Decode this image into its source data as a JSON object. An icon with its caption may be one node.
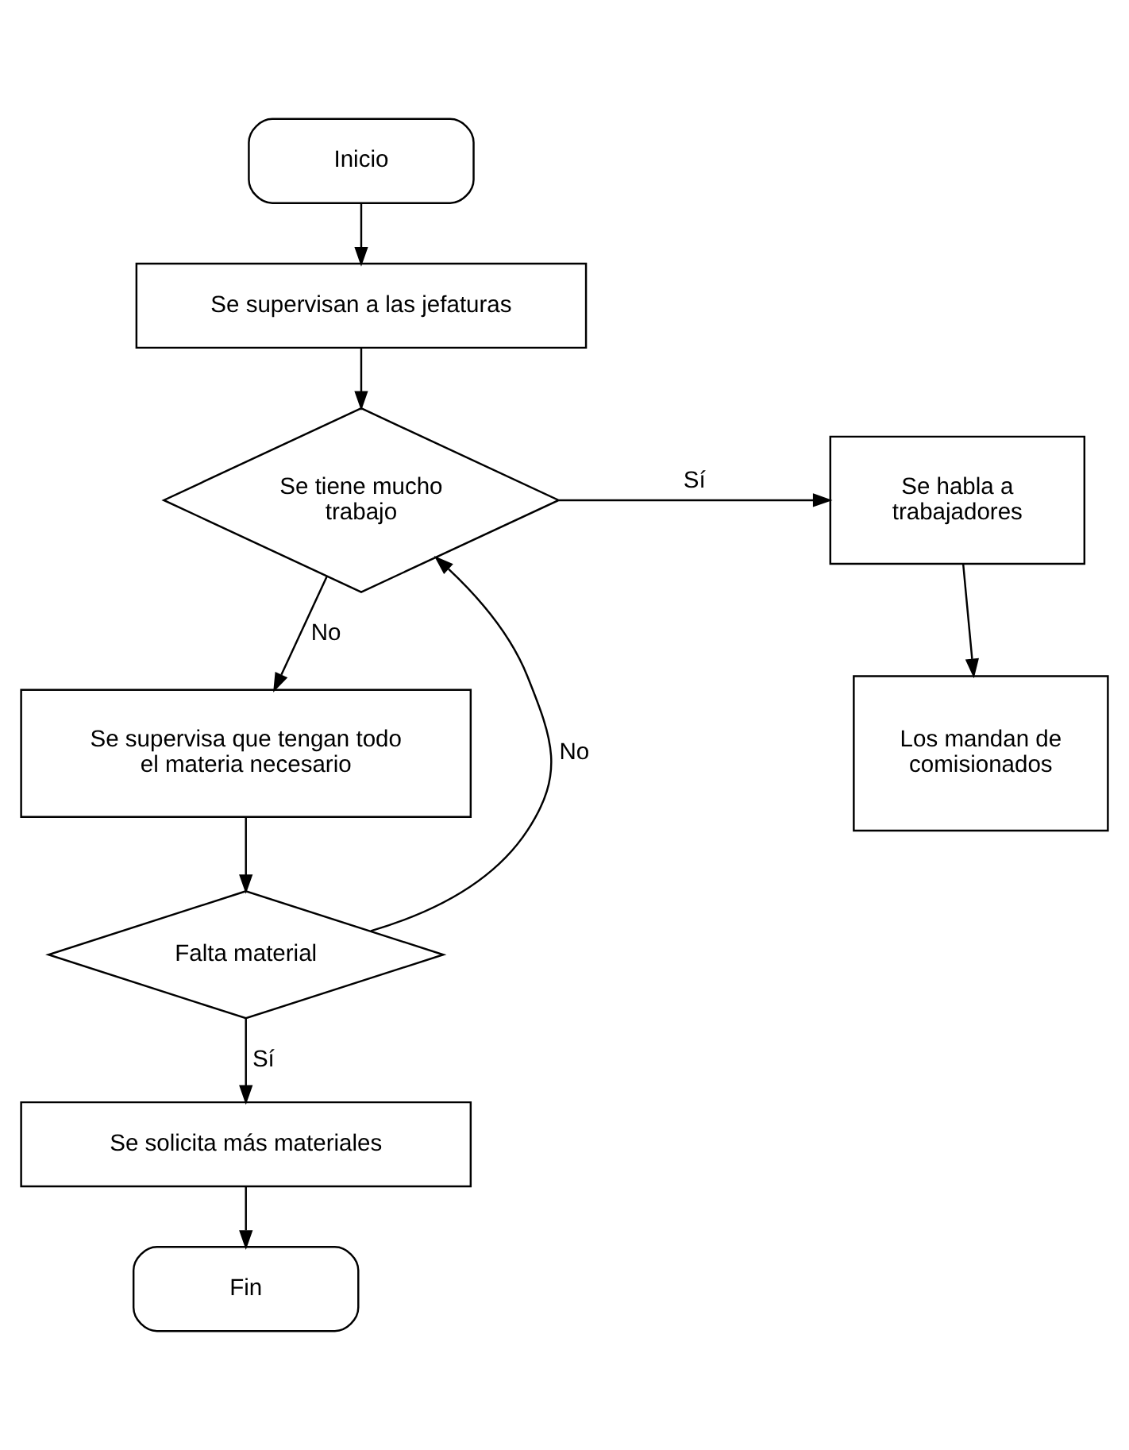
{
  "diagram": {
    "nodes": [
      {
        "text": [
          "Inicio"
        ]
      },
      {
        "text": [
          "Se supervisan a las jefaturas"
        ]
      },
      {
        "text": [
          "Se tiene mucho trabajo"
        ]
      },
      {
        "text": [
          "Se habla a trabajadores"
        ]
      },
      {
        "text": [
          "Los mandan de comisionados"
        ]
      },
      {
        "text": [
          "Se supervisa que tengan todo el materia necesario"
        ]
      },
      {
        "text": [
          "Falta material"
        ]
      },
      {
        "text": [
          "Se solicita más materiales"
        ]
      },
      {
        "text": [
          "Fin"
        ]
      }
    ],
    "edges": [
      {
        "from": 0,
        "to": 1,
        "arrow": "to"
      },
      {
        "from": 1,
        "to": 2,
        "arrow": "to"
      },
      {
        "from": 2,
        "to": 3,
        "arrow": "to",
        "label": "Sí"
      },
      {
        "from": 3,
        "to": 4,
        "arrow": "to"
      },
      {
        "from": 2,
        "to": 5,
        "arrow": "to",
        "label": "No"
      },
      {
        "from": 5,
        "to": 6,
        "arrow": "to"
      },
      {
        "from": 6,
        "to": 2,
        "arrow": "to",
        "label": "No"
      },
      {
        "from": 6,
        "to": 7,
        "arrow": "to",
        "label": "Sí"
      },
      {
        "from": 7,
        "to": 8,
        "arrow": "to"
      }
    ]
  }
}
